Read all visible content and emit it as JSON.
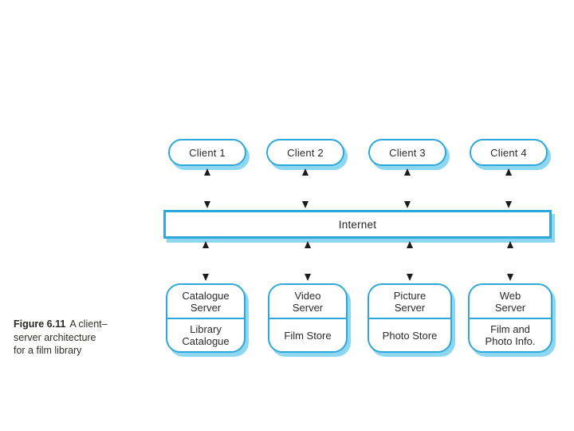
{
  "figure": {
    "clients": [
      "Client 1",
      "Client 2",
      "Client 3",
      "Client 4"
    ],
    "internet_label": "Internet",
    "servers": [
      {
        "name": [
          "Catalogue",
          "Server"
        ],
        "store": [
          "Library",
          "Catalogue"
        ]
      },
      {
        "name": [
          "Video",
          "Server"
        ],
        "store": [
          "Film Store"
        ]
      },
      {
        "name": [
          "Picture",
          "Server"
        ],
        "store": [
          "Photo Store"
        ]
      },
      {
        "name": [
          "Web",
          "Server"
        ],
        "store": [
          "Film and",
          "Photo Info."
        ]
      }
    ],
    "caption": {
      "label": "Figure 6.11",
      "title_line1": "A client–",
      "title_line2": "server architecture",
      "title_line3": "for a film library"
    },
    "colors": {
      "box_stroke": "#2ea7db",
      "box_shadow": "#8fd6f1",
      "arrow": "#1c1c1c",
      "text": "#2b2b2b"
    }
  }
}
